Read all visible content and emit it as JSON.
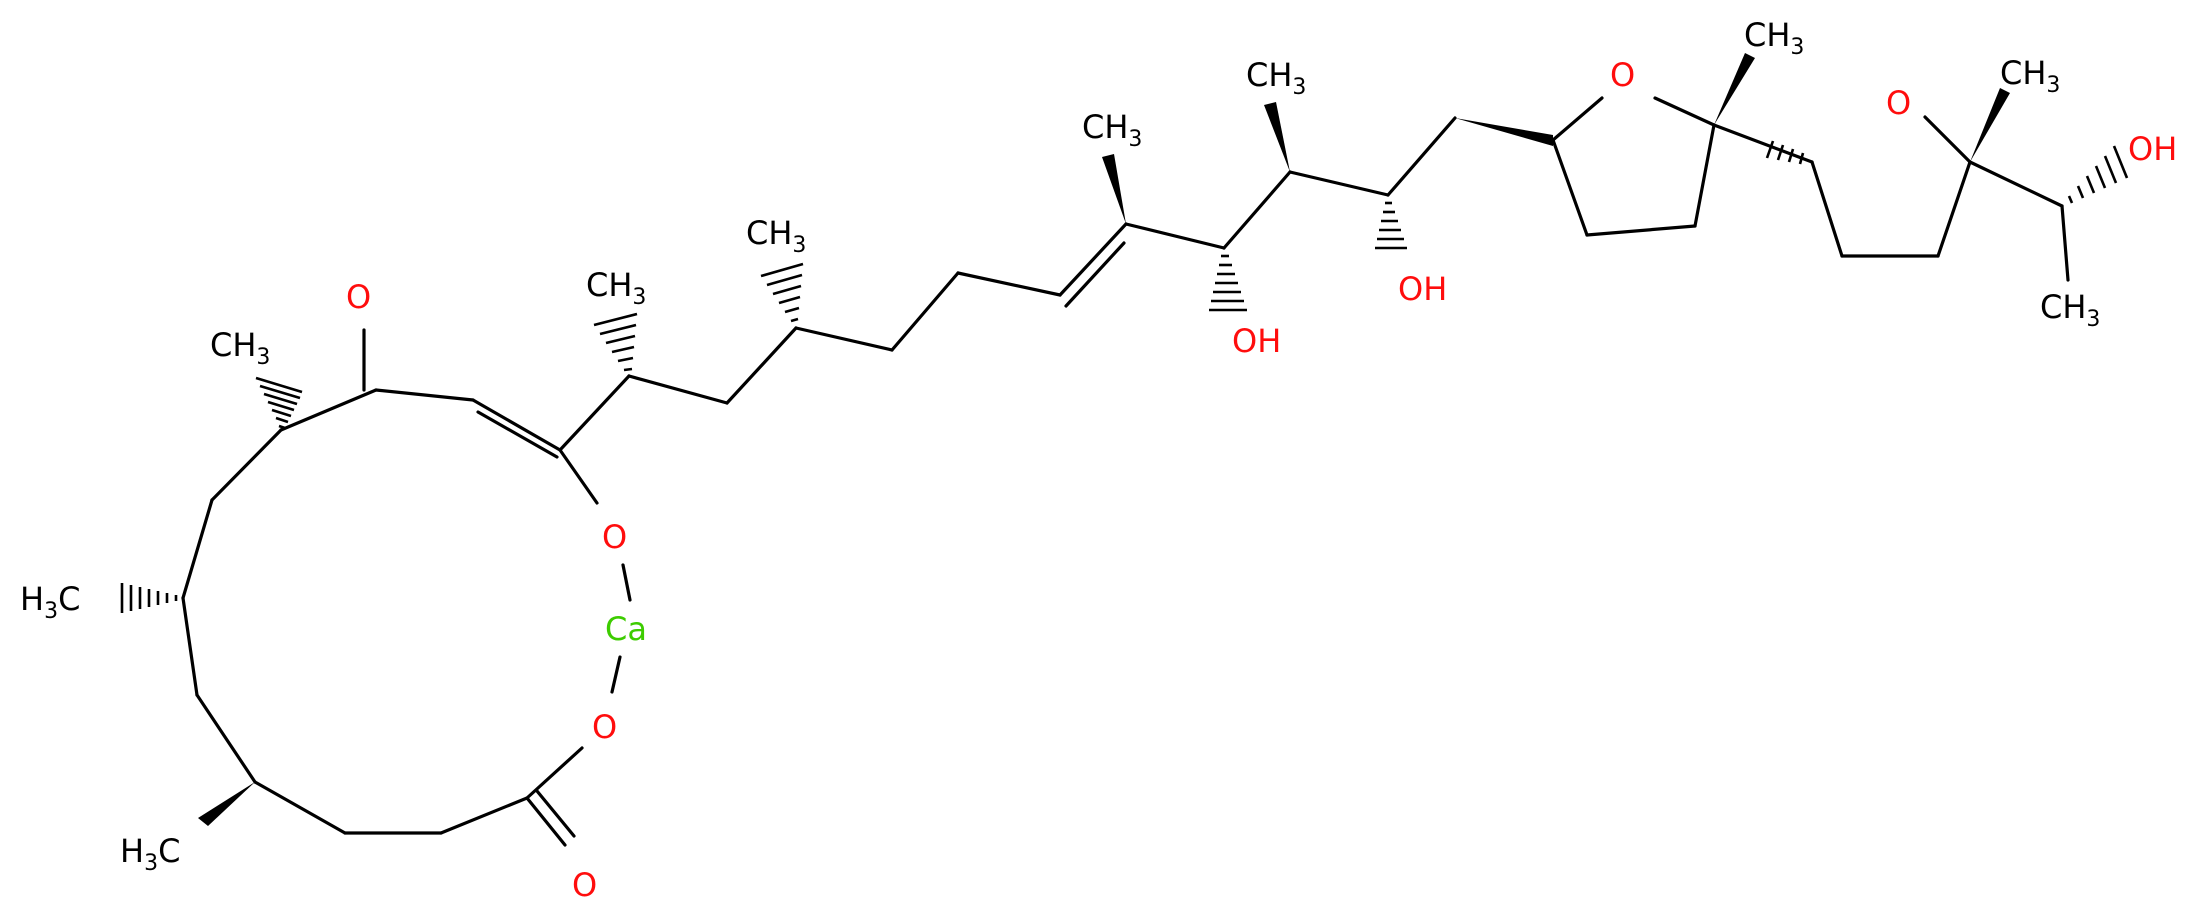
{
  "colors": {
    "bond": "#000000",
    "carbon_label": "#000000",
    "oxygen": "#ff0d0d",
    "calcium": "#3dcc00"
  },
  "atoms": {
    "ch3_top": "CH",
    "ch3_top_sub": "3",
    "oh": "OH",
    "o": "O",
    "ca": "Ca",
    "h3c_h": "H",
    "h3c_3": "3",
    "h3c_c": "C"
  }
}
